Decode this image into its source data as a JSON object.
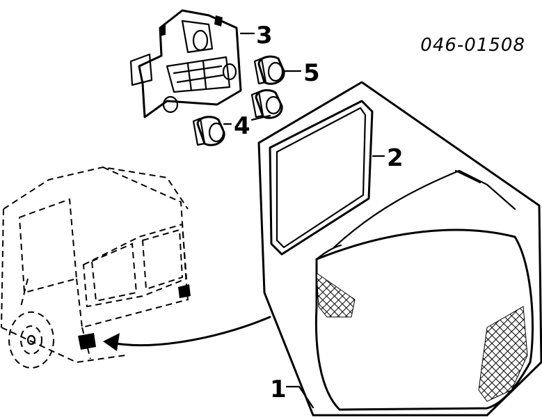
{
  "diagram": {
    "reference_code": "046-01508",
    "callouts": [
      {
        "id": "1",
        "label": "1"
      },
      {
        "id": "2",
        "label": "2"
      },
      {
        "id": "3",
        "label": "3"
      },
      {
        "id": "4",
        "label": "4"
      },
      {
        "id": "5",
        "label": "5"
      }
    ]
  }
}
